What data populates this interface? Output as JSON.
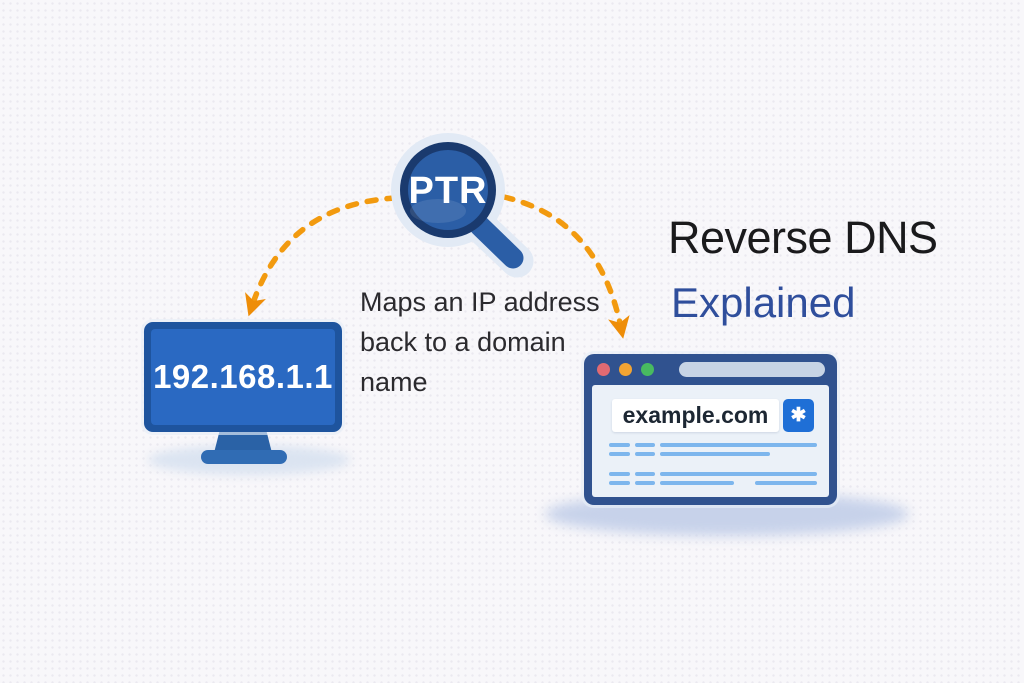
{
  "header": {
    "title": "Reverse DNS",
    "subtitle": "Explained"
  },
  "ptr_badge": {
    "label": "PTR"
  },
  "description": {
    "line1": "Maps an IP address",
    "line2": "back to a domain",
    "line3": "name"
  },
  "monitor": {
    "ip_address": "192.168.1.1"
  },
  "browser": {
    "address_bar": "example.com",
    "search_button_icon": "✱"
  },
  "colors": {
    "background": "#f8f7fa",
    "arrow_orange": "#f29a0f",
    "arrowhead_orange": "#ee8d08",
    "magnifier_ring_navy": "#1a3a6e",
    "magnifier_lens_blue": "#2b5ea6",
    "monitor_frame_blue": "#1e549e",
    "monitor_screen_blue": "#2a69c2",
    "browser_frame_navy": "#30528f",
    "browser_button_blue": "#1f6fd6",
    "skeleton_line_blue": "#7db6ed",
    "title_black": "#1a1a1c",
    "subtitle_blue": "#2f4e9c",
    "dot_red": "#e16a72",
    "dot_yellow": "#f2a433",
    "dot_green": "#48ba60"
  }
}
